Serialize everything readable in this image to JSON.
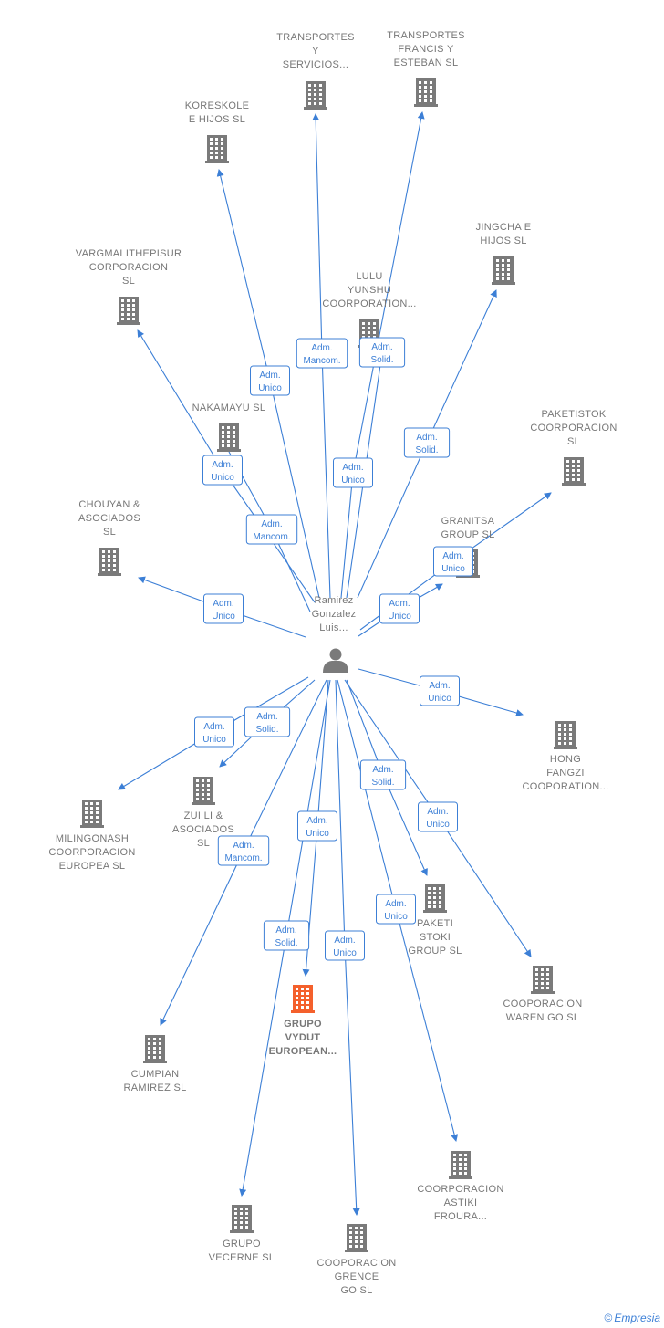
{
  "colors": {
    "edge": "#3c7fd6",
    "building": "#7a7a7a",
    "highlight": "#f4602c",
    "person": "#7a7a7a"
  },
  "center": {
    "label": [
      "Ramirez",
      "Gonzalez",
      "Luis..."
    ],
    "icon": "person-icon"
  },
  "nodes": [
    {
      "id": "transportes_servicios",
      "label": [
        "TRANSPORTES",
        "Y",
        "SERVICIOS..."
      ],
      "icon": "building-icon"
    },
    {
      "id": "transportes_francis",
      "label": [
        "TRANSPORTES",
        "FRANCIS Y",
        "ESTEBAN SL"
      ],
      "icon": "building-icon"
    },
    {
      "id": "koreskole",
      "label": [
        "KORESKOLE",
        "E HIJOS  SL"
      ],
      "icon": "building-icon"
    },
    {
      "id": "jingcha",
      "label": [
        "JINGCHA E",
        "HIJOS  SL"
      ],
      "icon": "building-icon"
    },
    {
      "id": "vargmali",
      "label": [
        "VARGMALITHEPISUR",
        "CORPORACION",
        "SL"
      ],
      "icon": "building-icon"
    },
    {
      "id": "lulu",
      "label": [
        "LULU",
        "YUNSHU",
        "COORPORATION..."
      ],
      "icon": "building-icon"
    },
    {
      "id": "nakamayu",
      "label": [
        "NAKAMAYU  SL"
      ],
      "icon": "building-icon"
    },
    {
      "id": "paketistok",
      "label": [
        "PAKETISTOK",
        "COORPORACION",
        "SL"
      ],
      "icon": "building-icon"
    },
    {
      "id": "chouyan",
      "label": [
        "CHOUYAN &",
        "ASOCIADOS",
        "SL"
      ],
      "icon": "building-icon"
    },
    {
      "id": "granitsa",
      "label": [
        "GRANITSA",
        "GROUP  SL"
      ],
      "icon": "building-icon"
    },
    {
      "id": "hong",
      "label": [
        "HONG",
        "FANGZI",
        "COOPORATION..."
      ],
      "icon": "building-icon"
    },
    {
      "id": "milingonash",
      "label": [
        "MILINGONASH",
        "COORPORACION",
        "EUROPEA  SL"
      ],
      "icon": "building-icon"
    },
    {
      "id": "zuili",
      "label": [
        "ZUI LI &",
        "ASOCIADOS",
        "SL"
      ],
      "icon": "building-icon"
    },
    {
      "id": "paketi",
      "label": [
        "PAKETI",
        "STOKI",
        "GROUP  SL"
      ],
      "icon": "building-icon"
    },
    {
      "id": "waren",
      "label": [
        "COOPORACION",
        "WAREN GO  SL"
      ],
      "icon": "building-icon"
    },
    {
      "id": "grupo_vydut",
      "label": [
        "GRUPO",
        "VYDUT",
        "EUROPEAN..."
      ],
      "icon": "building-icon",
      "highlight": true
    },
    {
      "id": "cumpian",
      "label": [
        "CUMPIAN",
        "RAMIREZ SL"
      ],
      "icon": "building-icon"
    },
    {
      "id": "astiki",
      "label": [
        "COORPORACION",
        "ASTIKI",
        "FROURA..."
      ],
      "icon": "building-icon"
    },
    {
      "id": "vecerne",
      "label": [
        "GRUPO",
        "VECERNE  SL"
      ],
      "icon": "building-icon"
    },
    {
      "id": "grence",
      "label": [
        "COOPORACION",
        "GRENCE",
        "GO  SL"
      ],
      "icon": "building-icon"
    }
  ],
  "edges": [
    {
      "to": "transportes_servicios",
      "role": [
        "Adm.",
        "Mancom."
      ]
    },
    {
      "to": "transportes_francis",
      "role": [
        "Adm.",
        "Unico"
      ]
    },
    {
      "to": "koreskole",
      "role": [
        "Adm.",
        "Unico"
      ]
    },
    {
      "to": "jingcha",
      "role": [
        "Adm.",
        "Solid."
      ]
    },
    {
      "to": "vargmali",
      "role": [
        "Adm.",
        "Unico"
      ]
    },
    {
      "to": "lulu",
      "role": [
        "Adm.",
        "Solid."
      ]
    },
    {
      "to": "nakamayu",
      "role": [
        "Adm.",
        "Mancom."
      ]
    },
    {
      "to": "paketistok",
      "role": [
        "Adm.",
        "Unico"
      ]
    },
    {
      "to": "chouyan",
      "role": [
        "Adm.",
        "Unico"
      ]
    },
    {
      "to": "granitsa",
      "role": [
        "Adm.",
        "Unico"
      ]
    },
    {
      "to": "hong",
      "role": [
        "Adm.",
        "Unico"
      ]
    },
    {
      "to": "milingonash",
      "role": [
        "Adm.",
        "Unico"
      ]
    },
    {
      "to": "zuili",
      "role": [
        "Adm.",
        "Solid."
      ]
    },
    {
      "to": "paketi",
      "role": [
        "Adm.",
        "Solid."
      ]
    },
    {
      "to": "waren",
      "role": [
        "Adm.",
        "Unico"
      ]
    },
    {
      "to": "grupo_vydut",
      "role": [
        "Adm.",
        "Unico"
      ]
    },
    {
      "to": "cumpian",
      "role": [
        "Adm.",
        "Mancom."
      ]
    },
    {
      "to": "astiki",
      "role": [
        "Adm.",
        "Unico"
      ]
    },
    {
      "to": "vecerne",
      "role": [
        "Adm.",
        "Solid."
      ]
    },
    {
      "to": "grence",
      "role": [
        "Adm.",
        "Unico"
      ]
    }
  ],
  "footer": {
    "copyright": "©",
    "brand": "Empresia"
  }
}
